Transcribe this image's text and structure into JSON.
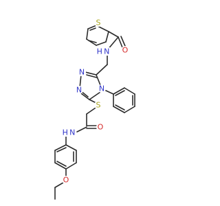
{
  "molecule": {
    "colors": {
      "carbon_bond": "#2b2b2b",
      "nitrogen": "#2f34c9",
      "oxygen": "#d42a2a",
      "sulfur": "#a8a41c"
    },
    "atoms": {
      "thiophene_s": "S",
      "amide1_o": "O",
      "amide1_nh": "H N",
      "triazole_n1": "N",
      "triazole_n2": "N",
      "triazole_n4": "N",
      "thioether_s": "S",
      "amide2_o": "O",
      "amide2_nh": "H N",
      "ether_o": "O"
    }
  }
}
